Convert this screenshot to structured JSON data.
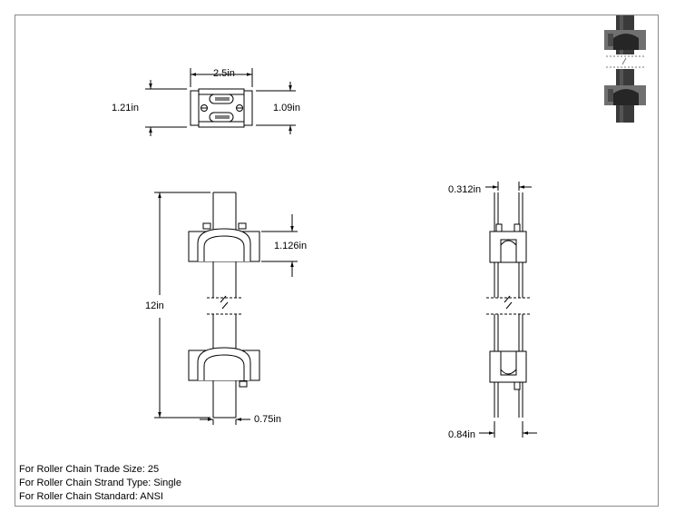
{
  "dimensions": {
    "width_top": "2.5in",
    "height_left": "1.21in",
    "height_right": "1.09in",
    "clip_height": "1.126in",
    "overall_length": "12in",
    "bar_width": "0.75in",
    "side_thickness": "0.312in",
    "side_width": "0.84in"
  },
  "notes": [
    "For Roller Chain Trade Size: 25",
    "For Roller Chain Strand Type: Single",
    "For Roller Chain Standard: ANSI"
  ],
  "colors": {
    "line": "#000000",
    "frame": "#8a8a8a",
    "thumb_dark": "#3a3a3a",
    "thumb_mid": "#707070"
  }
}
